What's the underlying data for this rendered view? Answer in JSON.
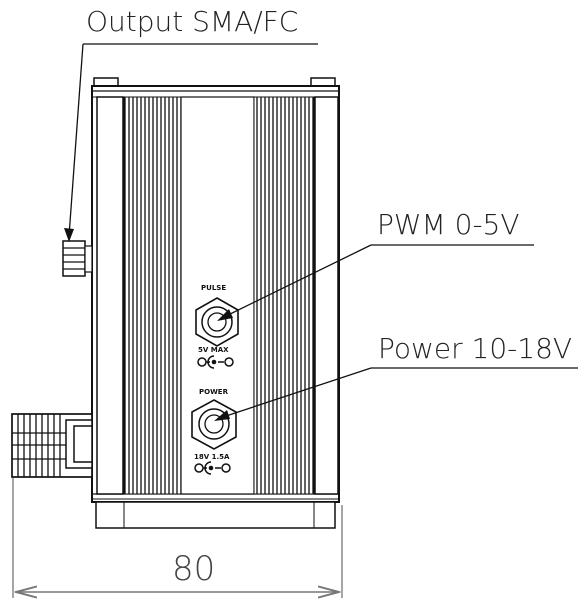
{
  "labels": {
    "output": "Output SMA/FC",
    "pwm": "PWM 0-5V",
    "power": "Power 10-18V",
    "dimension": "80"
  },
  "panel_text": {
    "pulse": "PULSE",
    "pulse_max": "5V MAX",
    "power": "POWER",
    "power_rating": "18V 1.5A"
  },
  "colors": {
    "line": "#111111",
    "dimension": "#777777",
    "text": "#222222"
  }
}
